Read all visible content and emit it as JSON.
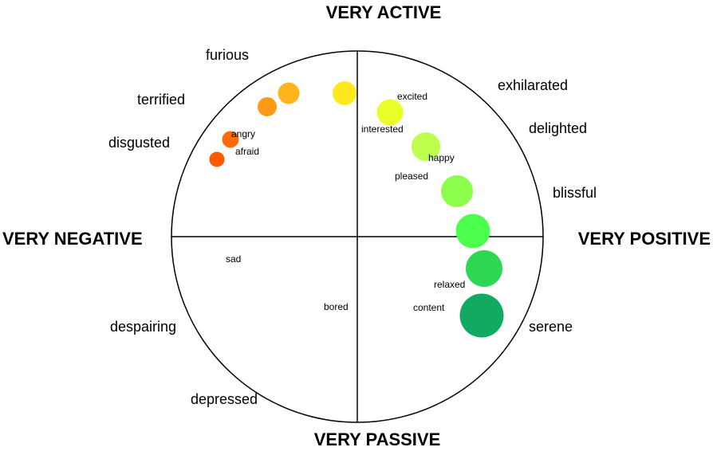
{
  "axes": {
    "top": "VERY ACTIVE",
    "bottom": "VERY PASSIVE",
    "left": "VERY NEGATIVE",
    "right": "VERY POSITIVE"
  },
  "outer_labels": [
    "furious",
    "terrified",
    "disgusted",
    "exhilarated",
    "delighted",
    "blissful",
    "despairing",
    "depressed",
    "serene"
  ],
  "inner_labels": [
    "excited",
    "interested",
    "angry",
    "afraid",
    "happy",
    "pleased",
    "sad",
    "relaxed",
    "bored",
    "content"
  ],
  "colors": {
    "axis": "#000000",
    "background": "#ffffff",
    "bubbles": [
      "#ff5a00",
      "#ff6a0a",
      "#ff9a14",
      "#ffb41e",
      "#ffe81e",
      "#e8ff28",
      "#bcff4c",
      "#8cff4c",
      "#4cff4c",
      "#2ed852",
      "#12aa60"
    ]
  }
}
